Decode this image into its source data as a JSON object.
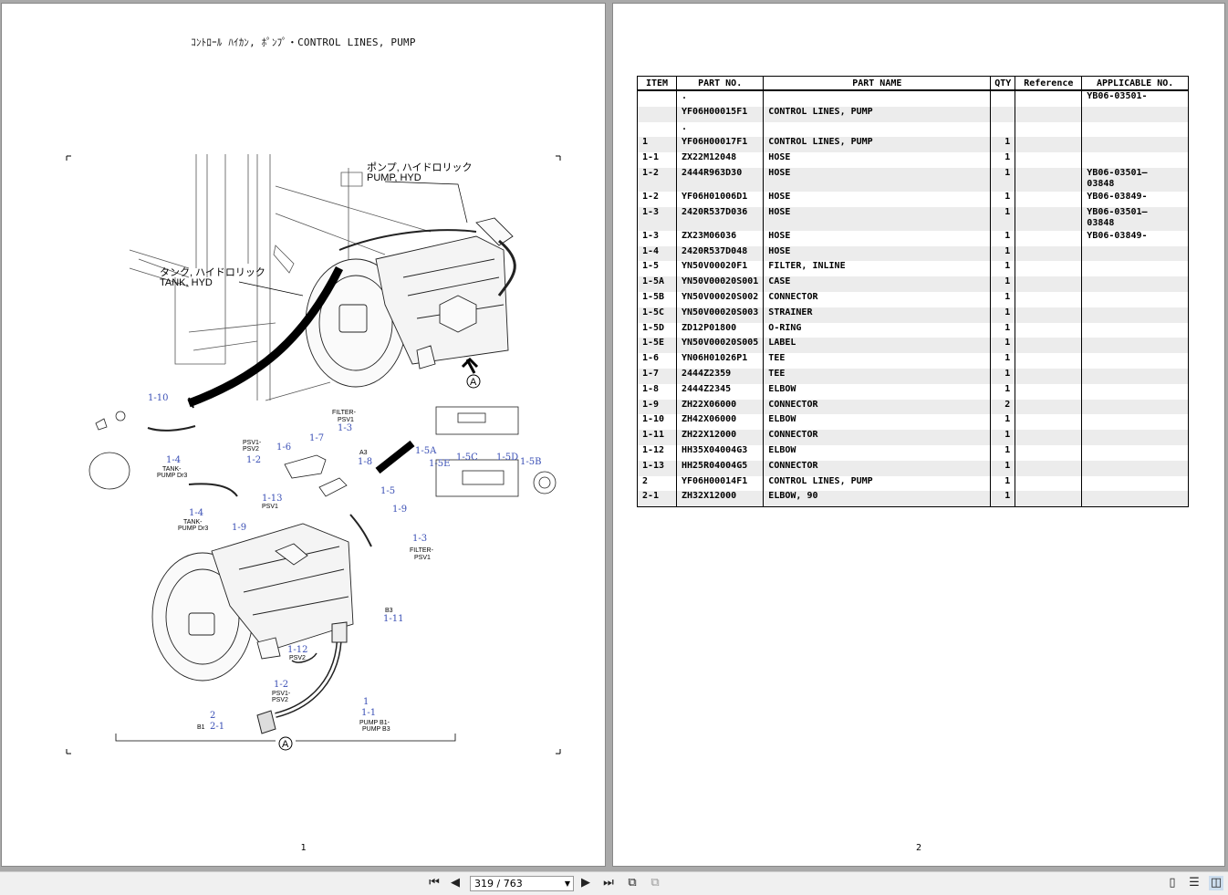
{
  "left_page": {
    "title": "ｺﾝﾄﾛｰﾙ ﾊｲｶﾝ, ﾎﾟﾝﾌﾟ・CONTROL LINES, PUMP",
    "page_number": "1",
    "callouts": {
      "pump_jp": "ポンプ, ハイドロリック",
      "pump_en": "PUMP, HYD",
      "tank_jp": "タンク, ハイドロリック",
      "tank_en": "TANK, HYD",
      "view_marker": "A"
    },
    "item_labels": [
      "1-10",
      "1-4",
      "1-4",
      "1-9",
      "1-6",
      "1-7",
      "1-3",
      "1-2",
      "1-13",
      "1-8",
      "1-5",
      "1-9",
      "1-3",
      "1-5A",
      "1-5E",
      "1-5C",
      "1-5D",
      "1-5B",
      "1-11",
      "1-12",
      "1-2",
      "1",
      "1-1",
      "2",
      "2-1"
    ],
    "small_labels": [
      "FILTER-",
      "PSV1",
      "PSV1-",
      "PSV2",
      "A3",
      "TANK-",
      "PUMP Dr3",
      "TANK-",
      "PUMP Dr3",
      "PSV1",
      "FILTER-",
      "PSV1",
      "B3",
      "PSV2",
      "PSV1-",
      "PSV2",
      "PUMP B1-",
      "PUMP B3",
      "B1"
    ]
  },
  "right_page": {
    "page_number": "2",
    "columns": [
      "ITEM",
      "PART NO.",
      "PART NAME",
      "QTY",
      "Reference",
      "APPLICABLE NO."
    ],
    "rows": [
      {
        "item": "",
        "part_no": ".",
        "part_name": "",
        "qty": "",
        "ref": "",
        "applicable": "YB06-03501-"
      },
      {
        "item": "",
        "part_no": "YF06H00015F1",
        "part_name": "CONTROL LINES, PUMP",
        "qty": "",
        "ref": "",
        "applicable": ""
      },
      {
        "item": "",
        "part_no": ".",
        "part_name": "",
        "qty": "",
        "ref": "",
        "applicable": ""
      },
      {
        "item": "1",
        "part_no": "YF06H00017F1",
        "part_name": "CONTROL LINES, PUMP",
        "qty": "1",
        "ref": "",
        "applicable": ""
      },
      {
        "item": "1-1",
        "part_no": "ZX22M12048",
        "part_name": "HOSE",
        "qty": "1",
        "ref": "",
        "applicable": ""
      },
      {
        "item": "1-2",
        "part_no": "2444R963D30",
        "part_name": "HOSE",
        "qty": "1",
        "ref": "",
        "applicable": "YB06-03501—\n03848"
      },
      {
        "item": "1-2",
        "part_no": "YF06H01006D1",
        "part_name": "HOSE",
        "qty": "1",
        "ref": "",
        "applicable": "YB06-03849-"
      },
      {
        "item": "1-3",
        "part_no": "2420R537D036",
        "part_name": "HOSE",
        "qty": "1",
        "ref": "",
        "applicable": "YB06-03501—\n03848"
      },
      {
        "item": "1-3",
        "part_no": "ZX23M06036",
        "part_name": "HOSE",
        "qty": "1",
        "ref": "",
        "applicable": "YB06-03849-"
      },
      {
        "item": "1-4",
        "part_no": "2420R537D048",
        "part_name": "HOSE",
        "qty": "1",
        "ref": "",
        "applicable": ""
      },
      {
        "item": "1-5",
        "part_no": "YN50V00020F1",
        "part_name": "FILTER, INLINE",
        "qty": "1",
        "ref": "",
        "applicable": ""
      },
      {
        "item": "1-5A",
        "part_no": "YN50V00020S001",
        "part_name": "CASE",
        "qty": "1",
        "ref": "",
        "applicable": ""
      },
      {
        "item": "1-5B",
        "part_no": "YN50V00020S002",
        "part_name": "CONNECTOR",
        "qty": "1",
        "ref": "",
        "applicable": ""
      },
      {
        "item": "1-5C",
        "part_no": "YN50V00020S003",
        "part_name": "STRAINER",
        "qty": "1",
        "ref": "",
        "applicable": ""
      },
      {
        "item": "1-5D",
        "part_no": "ZD12P01800",
        "part_name": "O-RING",
        "qty": "1",
        "ref": "",
        "applicable": ""
      },
      {
        "item": "1-5E",
        "part_no": "YN50V00020S005",
        "part_name": "LABEL",
        "qty": "1",
        "ref": "",
        "applicable": ""
      },
      {
        "item": "1-6",
        "part_no": "YN06H01026P1",
        "part_name": "TEE",
        "qty": "1",
        "ref": "",
        "applicable": ""
      },
      {
        "item": "1-7",
        "part_no": "2444Z2359",
        "part_name": "TEE",
        "qty": "1",
        "ref": "",
        "applicable": ""
      },
      {
        "item": "1-8",
        "part_no": "2444Z2345",
        "part_name": "ELBOW",
        "qty": "1",
        "ref": "",
        "applicable": ""
      },
      {
        "item": "1-9",
        "part_no": "ZH22X06000",
        "part_name": "CONNECTOR",
        "qty": "2",
        "ref": "",
        "applicable": ""
      },
      {
        "item": "1-10",
        "part_no": "ZH42X06000",
        "part_name": "ELBOW",
        "qty": "1",
        "ref": "",
        "applicable": ""
      },
      {
        "item": "1-11",
        "part_no": "ZH22X12000",
        "part_name": "CONNECTOR",
        "qty": "1",
        "ref": "",
        "applicable": ""
      },
      {
        "item": "1-12",
        "part_no": "HH35X04004G3",
        "part_name": "ELBOW",
        "qty": "1",
        "ref": "",
        "applicable": ""
      },
      {
        "item": "1-13",
        "part_no": "HH25R04004G5",
        "part_name": "CONNECTOR",
        "qty": "1",
        "ref": "",
        "applicable": ""
      },
      {
        "item": "2",
        "part_no": "YF06H00014F1",
        "part_name": "CONTROL LINES, PUMP",
        "qty": "1",
        "ref": "",
        "applicable": ""
      },
      {
        "item": "2-1",
        "part_no": "ZH32X12000",
        "part_name": "ELBOW, 90",
        "qty": "1",
        "ref": "",
        "applicable": ""
      }
    ]
  },
  "toolbar": {
    "page_indicator": "319 / 763",
    "icons": [
      "first-page-icon",
      "prev-page-icon",
      "next-page-icon",
      "last-page-icon",
      "page-copy-icon",
      "page-export-icon",
      "single-page-view-icon",
      "continuous-view-icon",
      "two-page-view-icon"
    ]
  }
}
